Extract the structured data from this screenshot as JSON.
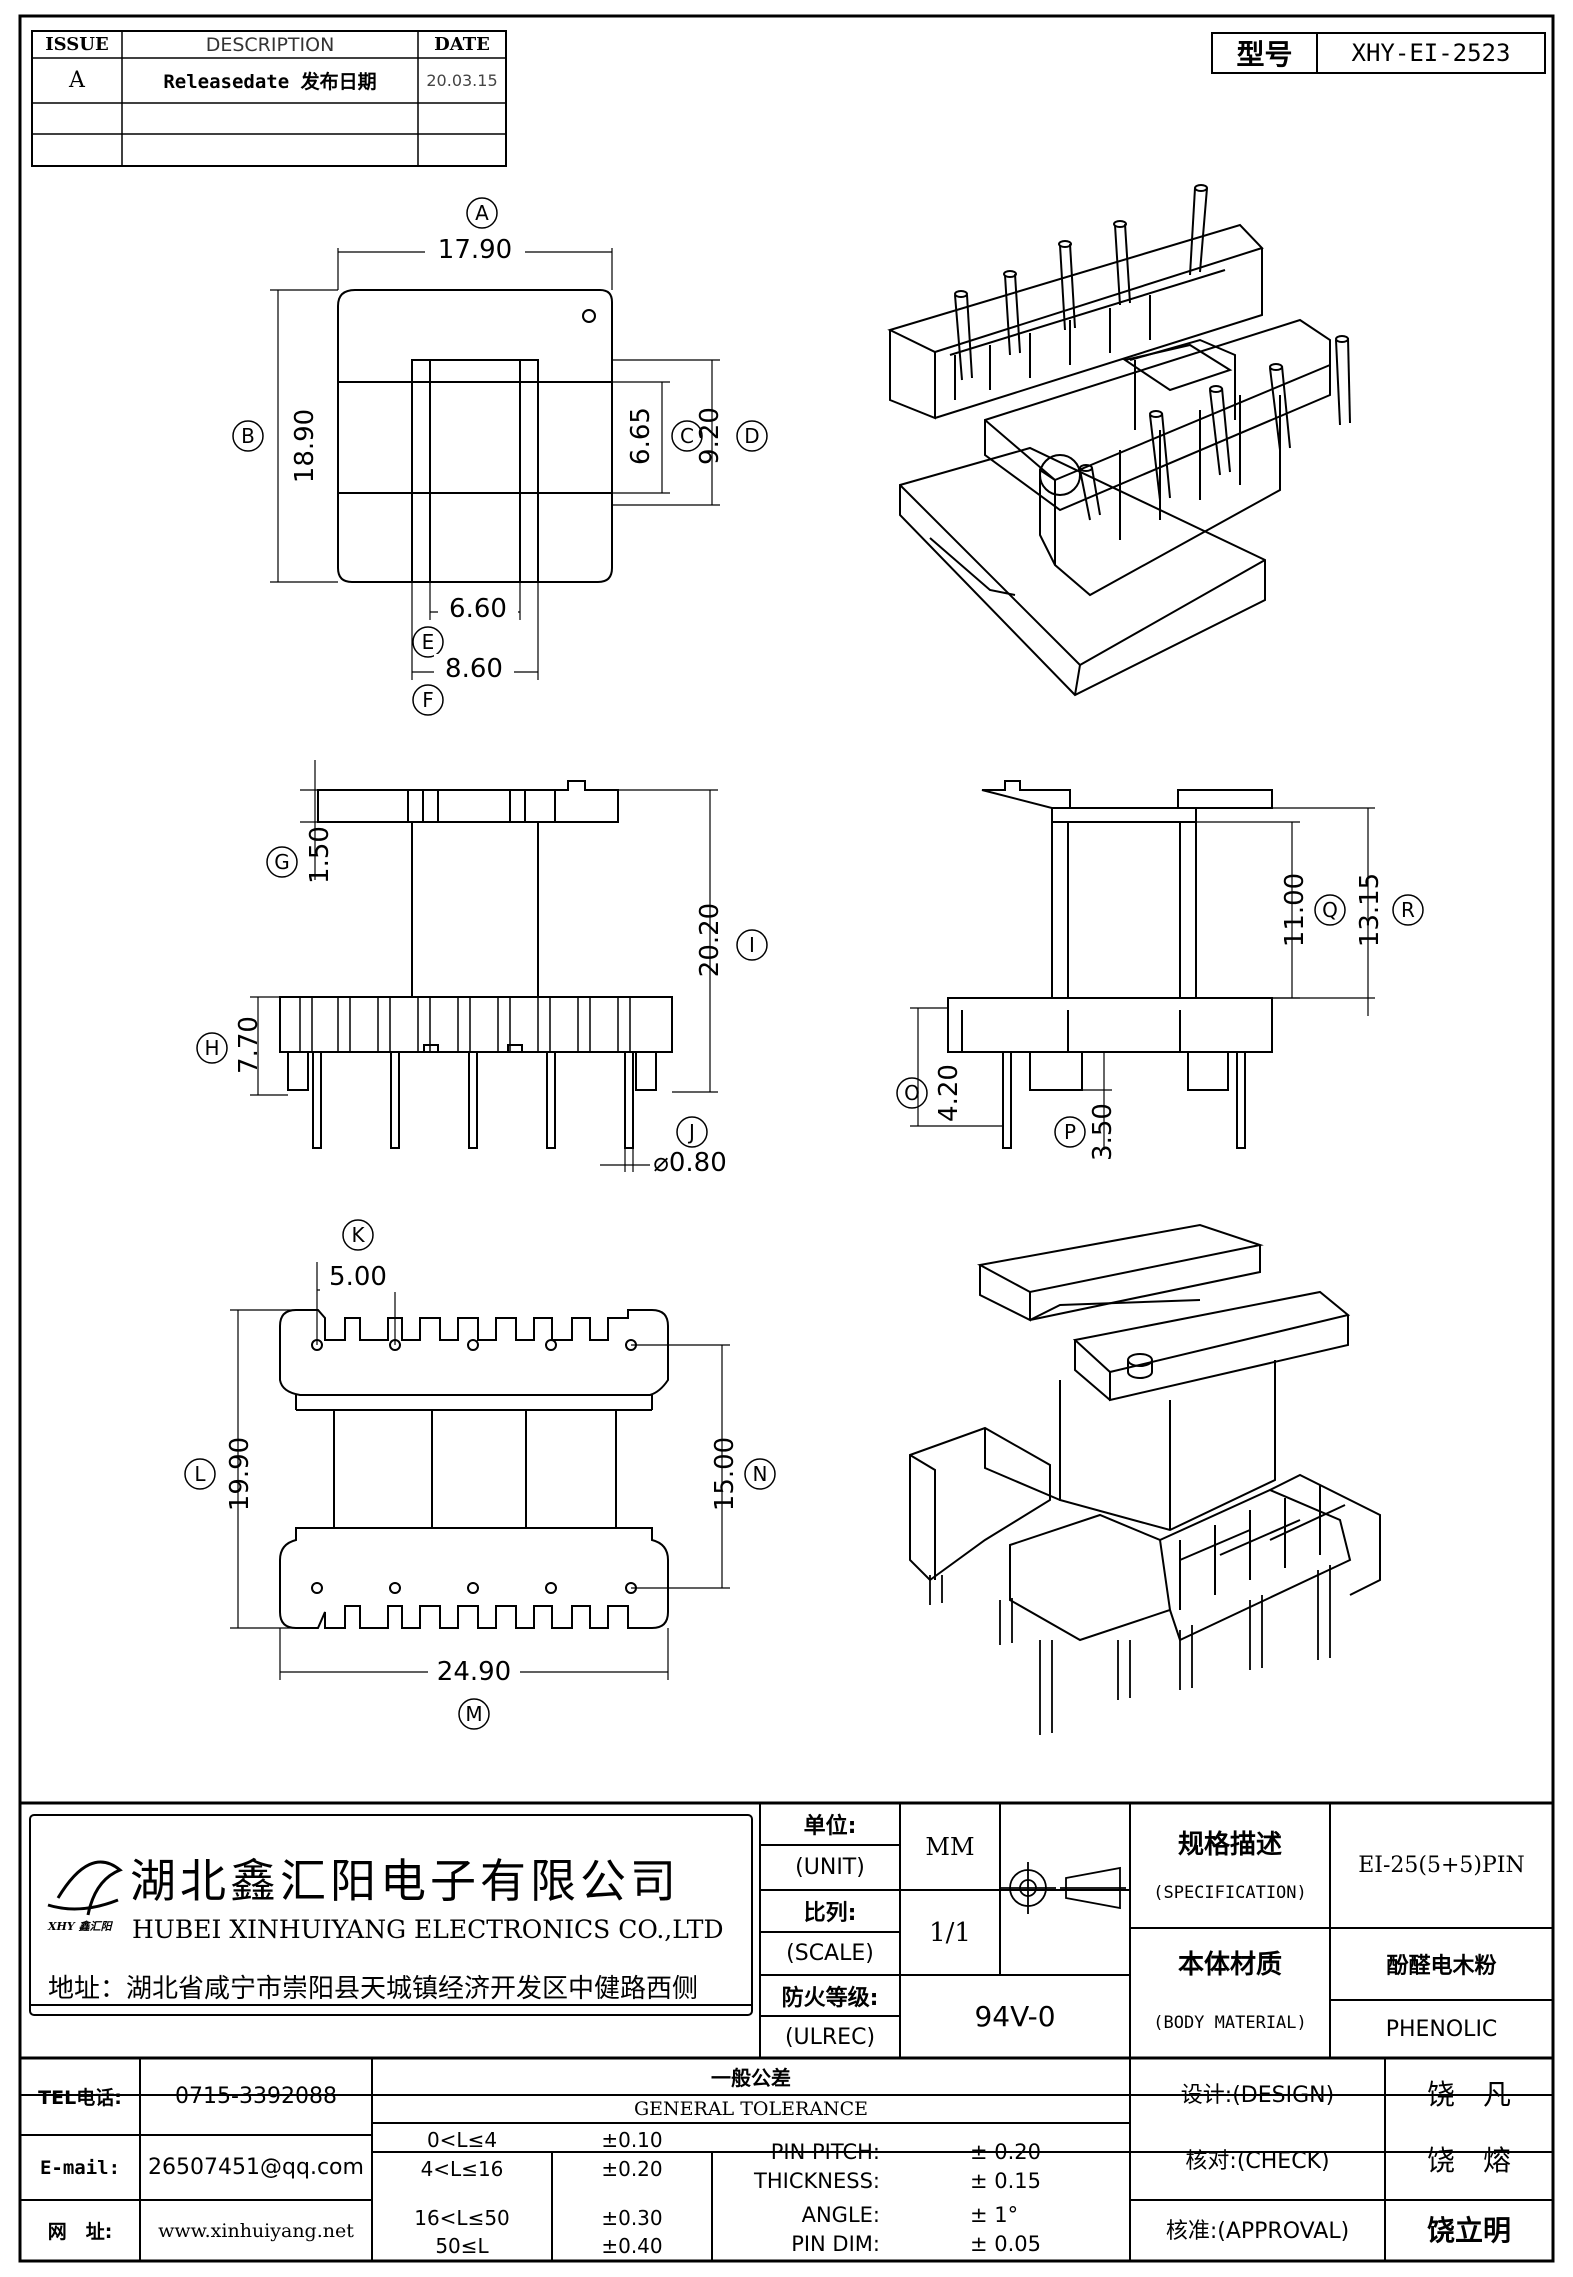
{
  "revision_table": {
    "headers": {
      "issue": "ISSUE",
      "description": "DESCRIPTION",
      "date": "DATE"
    },
    "rows": [
      {
        "issue": "A",
        "description": "Releasedate 发布日期",
        "date": "20.03.15"
      }
    ]
  },
  "model": {
    "label": "型号",
    "value": "XHY-EI-2523"
  },
  "dimensions": {
    "top": {
      "a_label": "A",
      "a_value": "17.90",
      "b_label": "B",
      "b_value": "18.90",
      "c_label": "C",
      "c_value": "6.65",
      "d_label": "D",
      "d_value": "9.20",
      "e_label": "E",
      "e_value": "6.60",
      "f_label": "F",
      "f_value": "8.60"
    },
    "front": {
      "g_label": "G",
      "g_value": "1.50",
      "h_label": "H",
      "h_value": "7.70",
      "i_label": "I",
      "i_value": "20.20",
      "j_label": "J",
      "j_value": "⌀0.80"
    },
    "side": {
      "o_label": "O",
      "o_value": "4.20",
      "p_label": "P",
      "p_value": "3.50",
      "q_label": "Q",
      "q_value": "11.00",
      "r_label": "R",
      "r_value": "13.15"
    },
    "bottom": {
      "k_label": "K",
      "k_value": "5.00",
      "l_label": "L",
      "l_value": "19.90",
      "m_label": "M",
      "m_value": "24.90",
      "n_label": "N",
      "n_value": "15.00"
    }
  },
  "company": {
    "name_cn": "湖北鑫汇阳电子有限公司",
    "name_en": "HUBEI XINHUIYANG ELECTRONICS CO.,LTD",
    "logo_text": "XHY 鑫汇阳",
    "address": "地址：湖北省咸宁市崇阳县天城镇经济开发区中健路西侧",
    "tel_label": "TEL电话:",
    "tel": "0715-3392088",
    "email_label": "E-mail:",
    "email": "26507451@qq.com",
    "web_label": "网　址:",
    "web": "www.xinhuiyang.net"
  },
  "unit": {
    "label_cn": "单位:",
    "label_en": "(UNIT)",
    "value": "MM"
  },
  "scale": {
    "label_cn": "比列:",
    "label_en": "(SCALE)",
    "value": "1/1"
  },
  "ulrec": {
    "label_cn": "防火等级:",
    "label_en": "(ULREC)",
    "value": "94V-0"
  },
  "spec": {
    "label_cn": "规格描述",
    "label_en": "(SPECIFICATION)",
    "value": "EI-25(5+5)PIN"
  },
  "material": {
    "label_cn": "本体材质",
    "label_en": "(BODY MATERIAL)",
    "value_cn": "酚醛电木粉",
    "value_en": "PHENOLIC"
  },
  "tolerance": {
    "title_cn": "一般公差",
    "title_en": "GENERAL TOLERANCE",
    "ranges": [
      {
        "range": "0<L≤4",
        "value": "±0.10"
      },
      {
        "range": "4<L≤16",
        "value": "±0.20"
      },
      {
        "range": "16<L≤50",
        "value": "±0.30"
      },
      {
        "range": "50≤L",
        "value": "±0.40"
      }
    ],
    "items": [
      {
        "name": "PIN PITCH:",
        "value": "±  0.20"
      },
      {
        "name": "THICKNESS:",
        "value": "±  0.15"
      },
      {
        "name": "ANGLE:",
        "value": "±  1°"
      },
      {
        "name": "PIN DIM:",
        "value": "±  0.05"
      }
    ]
  },
  "approvals": [
    {
      "label": "设计:(DESIGN)",
      "name": "饶　凡"
    },
    {
      "label": "核对:(CHECK)",
      "name": "饶　熔"
    },
    {
      "label": "核准:(APPROVAL)",
      "name": "饶立明"
    }
  ]
}
